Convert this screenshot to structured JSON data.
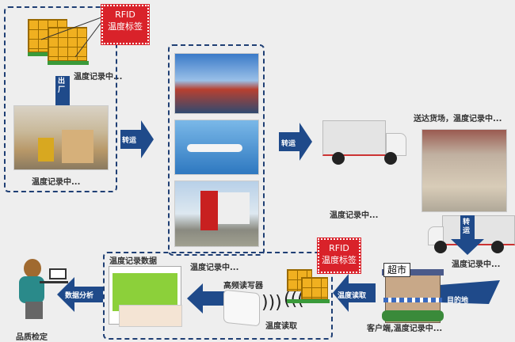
{
  "rfid_tag": {
    "line1": "RFID",
    "line2": "温度标签"
  },
  "stages": {
    "factory_boxes": "温度记录中...",
    "factory_out": "出厂",
    "warehouse": "温度记录中...",
    "transit1": "转运",
    "transport_modes": "温度记录中...",
    "transit2": "转运",
    "truck1": "温度记录中...",
    "freight_yard": "送达货场，温度记录中...",
    "transit3": "转运",
    "truck2": "温度记录中...",
    "destination": "目的地",
    "store_sign": "超市",
    "customer": "客户端,温度记录中...",
    "temp_read_arrow": "温度读取",
    "reader": "高频读写器",
    "temp_read": "温度读取",
    "data_title": "温度记录数据",
    "analysis": "数据分析",
    "qc": "品质检定"
  },
  "colors": {
    "arrow": "#1f4a8a",
    "tag": "#d9222a"
  }
}
